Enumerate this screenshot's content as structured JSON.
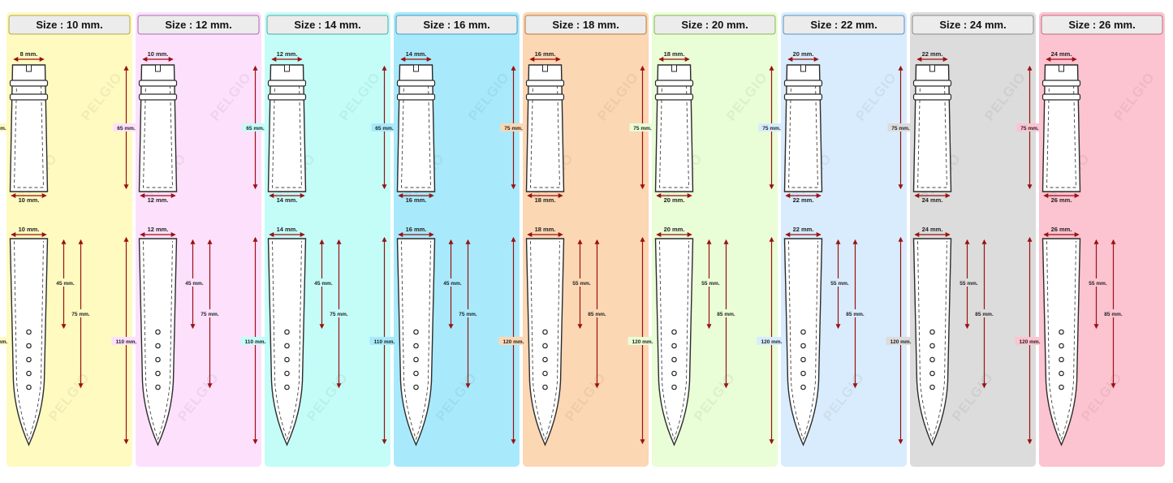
{
  "watermark": "PELGIO",
  "colors": {
    "arrow": "#9b1111",
    "strap_stroke": "#2b2b2b",
    "stitch": "#444444",
    "header_fill": "#ececec",
    "header_stroke": "#888888"
  },
  "panels": [
    {
      "title": "Size : 10 mm.",
      "bg": "#fefac0",
      "header_border": "#b9a74a",
      "buckle_width": "8 mm.",
      "top_width": "10 mm.",
      "top_length": "65 mm.",
      "tail_width": "10 mm.",
      "tail_total": "110 mm.",
      "tail_first_hole": "45 mm.",
      "tail_last_hole": "75 mm."
    },
    {
      "title": "Size : 12 mm.",
      "bg": "#fde0fc",
      "header_border": "#a16fb0",
      "buckle_width": "10 mm.",
      "top_width": "12 mm.",
      "top_length": "65 mm.",
      "tail_width": "12 mm.",
      "tail_total": "110 mm.",
      "tail_first_hole": "45 mm.",
      "tail_last_hole": "75 mm."
    },
    {
      "title": "Size : 14 mm.",
      "bg": "#c4fdf8",
      "header_border": "#55a9a3",
      "buckle_width": "12 mm.",
      "top_width": "14 mm.",
      "top_length": "65 mm.",
      "tail_width": "14 mm.",
      "tail_total": "110 mm.",
      "tail_first_hole": "45 mm.",
      "tail_last_hole": "75 mm."
    },
    {
      "title": "Size : 16 mm.",
      "bg": "#a8eafc",
      "header_border": "#3f9bc3",
      "buckle_width": "14 mm.",
      "top_width": "16 mm.",
      "top_length": "65 mm.",
      "tail_width": "16 mm.",
      "tail_total": "110 mm.",
      "tail_first_hole": "45 mm.",
      "tail_last_hole": "75 mm."
    },
    {
      "title": "Size : 18 mm.",
      "bg": "#fcd7b3",
      "header_border": "#b87a3f",
      "buckle_width": "16 mm.",
      "top_width": "18 mm.",
      "top_length": "75 mm.",
      "tail_width": "18 mm.",
      "tail_total": "120 mm.",
      "tail_first_hole": "55 mm.",
      "tail_last_hole": "85 mm."
    },
    {
      "title": "Size : 20 mm.",
      "bg": "#e9fdd6",
      "header_border": "#86b45a",
      "buckle_width": "18 mm.",
      "top_width": "20 mm.",
      "top_length": "75 mm.",
      "tail_width": "20 mm.",
      "tail_total": "120 mm.",
      "tail_first_hole": "55 mm.",
      "tail_last_hole": "85 mm."
    },
    {
      "title": "Size : 22 mm.",
      "bg": "#d8ecfd",
      "header_border": "#5a8fc0",
      "buckle_width": "20 mm.",
      "top_width": "22 mm.",
      "top_length": "75 mm.",
      "tail_width": "22 mm.",
      "tail_total": "120 mm.",
      "tail_first_hole": "55 mm.",
      "tail_last_hole": "85 mm."
    },
    {
      "title": "Size : 24 mm.",
      "bg": "#dcdcdc",
      "header_border": "#8a8a8a",
      "buckle_width": "22 mm.",
      "top_width": "24 mm.",
      "top_length": "75 mm.",
      "tail_width": "24 mm.",
      "tail_total": "120 mm.",
      "tail_first_hole": "55 mm.",
      "tail_last_hole": "85 mm."
    },
    {
      "title": "Size : 26 mm.",
      "bg": "#fcc3d0",
      "header_border": "#c16b80",
      "buckle_width": "24 mm.",
      "top_width": "26 mm.",
      "top_length": "75 mm.",
      "tail_width": "26 mm.",
      "tail_total": "120 mm.",
      "tail_first_hole": "55 mm.",
      "tail_last_hole": "85 mm."
    }
  ]
}
